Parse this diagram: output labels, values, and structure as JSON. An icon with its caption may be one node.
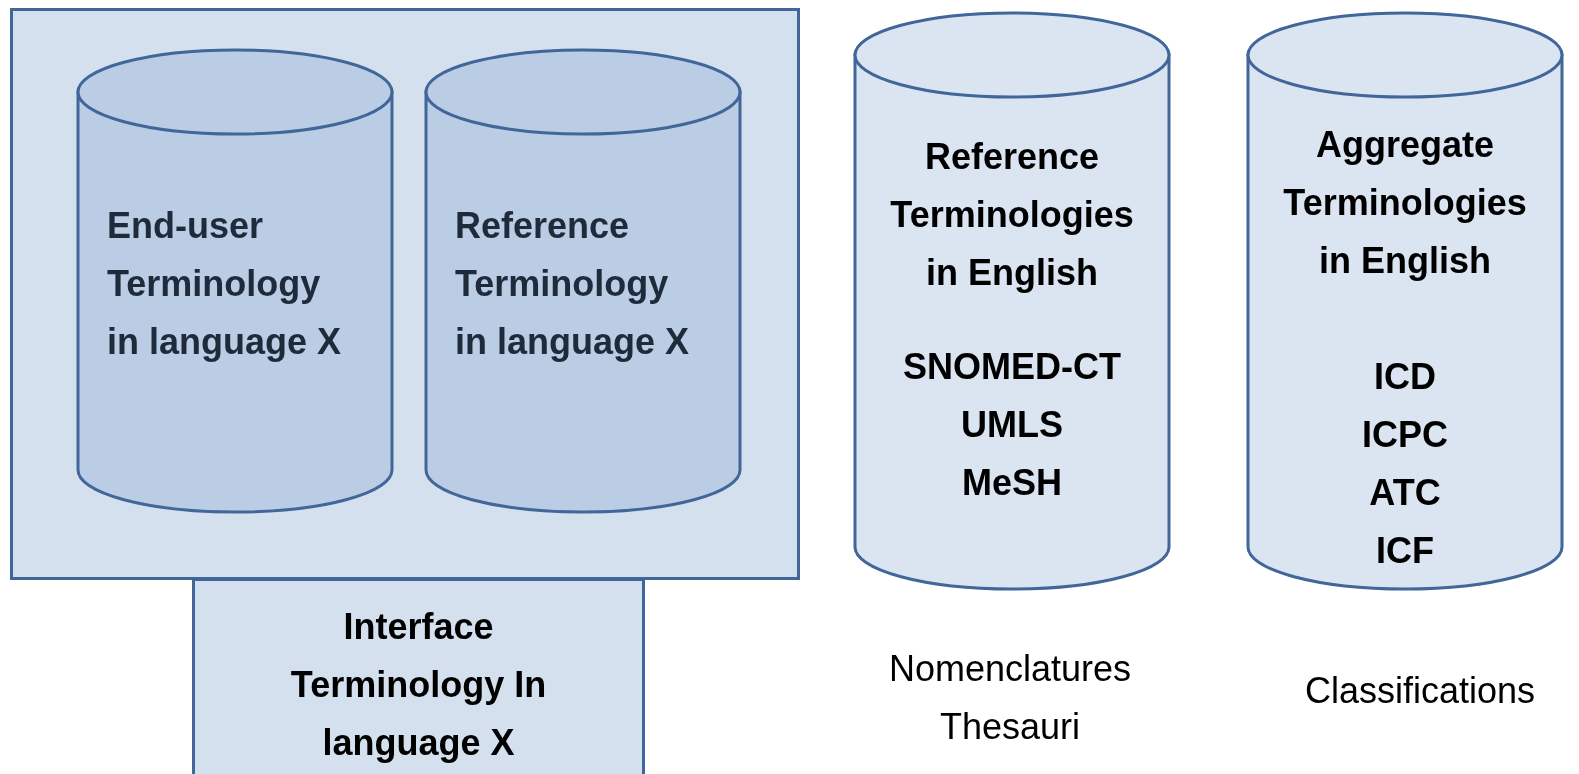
{
  "diagram": {
    "nodes": [
      {
        "text": [],
        "shape": "box"
      },
      {
        "text": [
          "End-user Terminology in language X"
        ],
        "in": 0
      },
      {
        "text": [
          "Reference Terminology in language X"
        ],
        "in": 0
      },
      {
        "text": [
          "Interface Terminology In language X"
        ]
      },
      {
        "text": [
          "Reference Terminologies in English",
          "SNOMED-CT UMLS MeSH"
        ],
        "beside": [
          "Nomenclatures Thesauri"
        ]
      },
      {
        "text": [
          "Aggregate Terminologies in English",
          "ICD ICPC ATC ICF"
        ],
        "beside": [
          "Classifications"
        ]
      }
    ]
  }
}
